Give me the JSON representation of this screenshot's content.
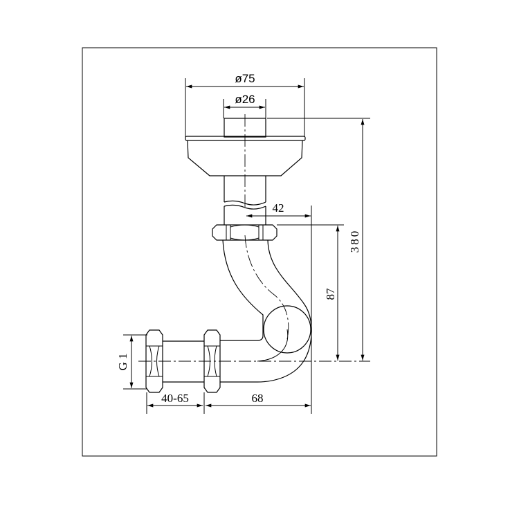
{
  "drawing": {
    "dimensions": {
      "flange_diameter": "ø75",
      "stub_diameter": "ø26",
      "offset": "42",
      "bend_height": "87",
      "total_height": "380",
      "thread": "G 1",
      "adjustable_length": "40-65",
      "horizontal_length": "68"
    },
    "colors": {
      "line": "#000000",
      "background": "#ffffff"
    }
  }
}
